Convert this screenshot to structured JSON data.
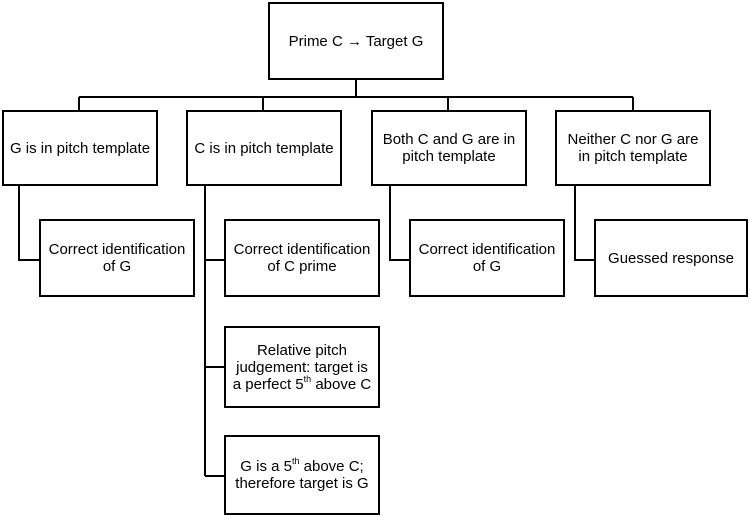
{
  "root": {
    "label": "Prime C → Target G"
  },
  "columns": [
    {
      "label": "G is in pitch template",
      "children": [
        {
          "label": "Correct identification of G"
        }
      ]
    },
    {
      "label": "C is in pitch template",
      "children": [
        {
          "label": "Correct identification of C prime"
        },
        {
          "pre": "Relative pitch judgement: target is a perfect 5",
          "sup": "th",
          "post": " above C"
        },
        {
          "pre": "G is a 5",
          "sup": "th",
          "post": " above C; therefore target is G"
        }
      ]
    },
    {
      "label": "Both C and G are in pitch template",
      "children": [
        {
          "label": "Correct identification of G"
        }
      ]
    },
    {
      "label": "Neither C nor G are in pitch template",
      "children": [
        {
          "label": "Guessed response"
        }
      ]
    }
  ]
}
